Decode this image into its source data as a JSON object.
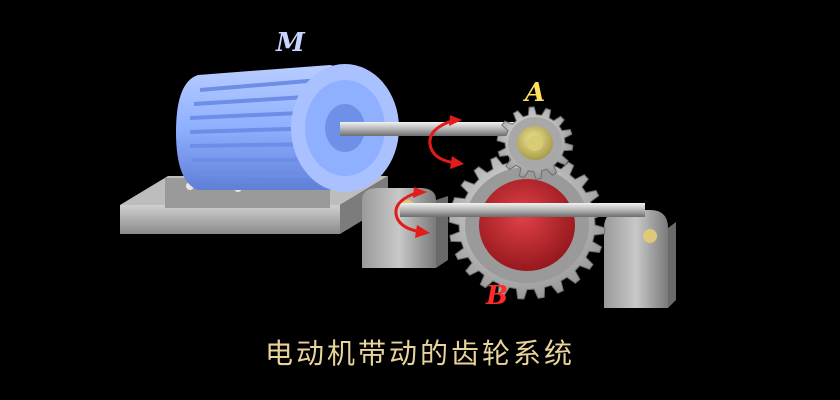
{
  "labels": {
    "motor": "M",
    "gear_a": "A",
    "gear_b": "B"
  },
  "caption": "电动机带动的齿轮系统",
  "colors": {
    "background": "#000000",
    "motor": "#8fb0ff",
    "gear": "#c9c9c9",
    "gear_a_hub": "#d4c76a",
    "gear_b_hub": "#c8242a",
    "rotation_arrow": "#e41b1b",
    "label_a": "#ffe25a",
    "label_b": "#ff2a2a",
    "caption": "#e8d39a"
  }
}
